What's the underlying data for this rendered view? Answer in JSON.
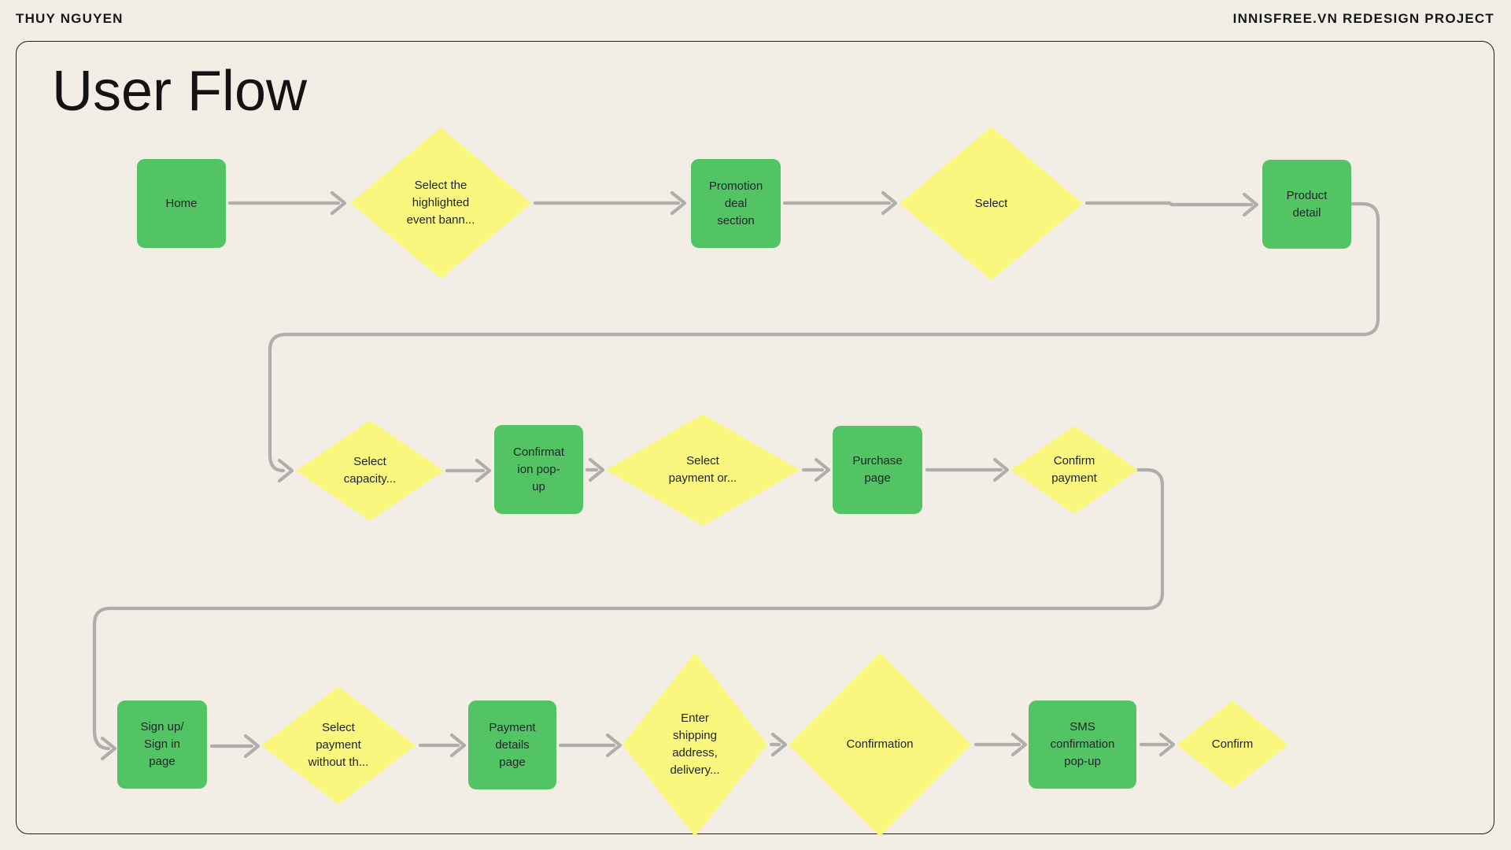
{
  "header": {
    "left": "THUY NGUYEN",
    "right": "INNISFREE.VN REDESIGN PROJECT"
  },
  "title": "User Flow",
  "colors": {
    "bg": "#F2EEE5",
    "green": "#53C464",
    "yellow": "#F9F77E",
    "arrow": "#AFAEAC",
    "ink": "#15181B",
    "line": "#1F1F1F",
    "node_text": "#20242A"
  },
  "flow": {
    "nodes": [
      {
        "id": 0,
        "type": "page",
        "label": "Home"
      },
      {
        "id": 1,
        "type": "decision",
        "label": "Select the\nhighlighted\nevent bann..."
      },
      {
        "id": 2,
        "type": "page",
        "label": "Promotion\ndeal\nsection"
      },
      {
        "id": 3,
        "type": "decision",
        "label": "Select"
      },
      {
        "id": 4,
        "type": "page",
        "label": "Product\ndetail"
      },
      {
        "id": 5,
        "type": "decision",
        "label": "Select\ncapacity..."
      },
      {
        "id": 6,
        "type": "page",
        "label": "Confirmat\nion pop-\nup"
      },
      {
        "id": 7,
        "type": "decision",
        "label": "Select\npayment or..."
      },
      {
        "id": 8,
        "type": "page",
        "label": "Purchase\npage"
      },
      {
        "id": 9,
        "type": "decision",
        "label": "Confirm\npayment"
      },
      {
        "id": 10,
        "type": "page",
        "label": "Sign up/\nSign in\npage"
      },
      {
        "id": 11,
        "type": "decision",
        "label": "Select\npayment\nwithout th..."
      },
      {
        "id": 12,
        "type": "page",
        "label": "Payment\ndetails\npage"
      },
      {
        "id": 13,
        "type": "decision",
        "label": "Enter\nshipping\naddress,\ndelivery..."
      },
      {
        "id": 14,
        "type": "decision",
        "label": "Confirmation"
      },
      {
        "id": 15,
        "type": "page",
        "label": "SMS\nconfirmation\npop-up"
      },
      {
        "id": 16,
        "type": "decision",
        "label": "Confirm"
      }
    ],
    "edges": [
      [
        0,
        1
      ],
      [
        1,
        2
      ],
      [
        2,
        3
      ],
      [
        3,
        4
      ],
      [
        4,
        5
      ],
      [
        5,
        6
      ],
      [
        6,
        7
      ],
      [
        7,
        8
      ],
      [
        8,
        9
      ],
      [
        9,
        10
      ],
      [
        10,
        11
      ],
      [
        11,
        12
      ],
      [
        12,
        13
      ],
      [
        13,
        14
      ],
      [
        14,
        15
      ],
      [
        15,
        16
      ]
    ]
  }
}
